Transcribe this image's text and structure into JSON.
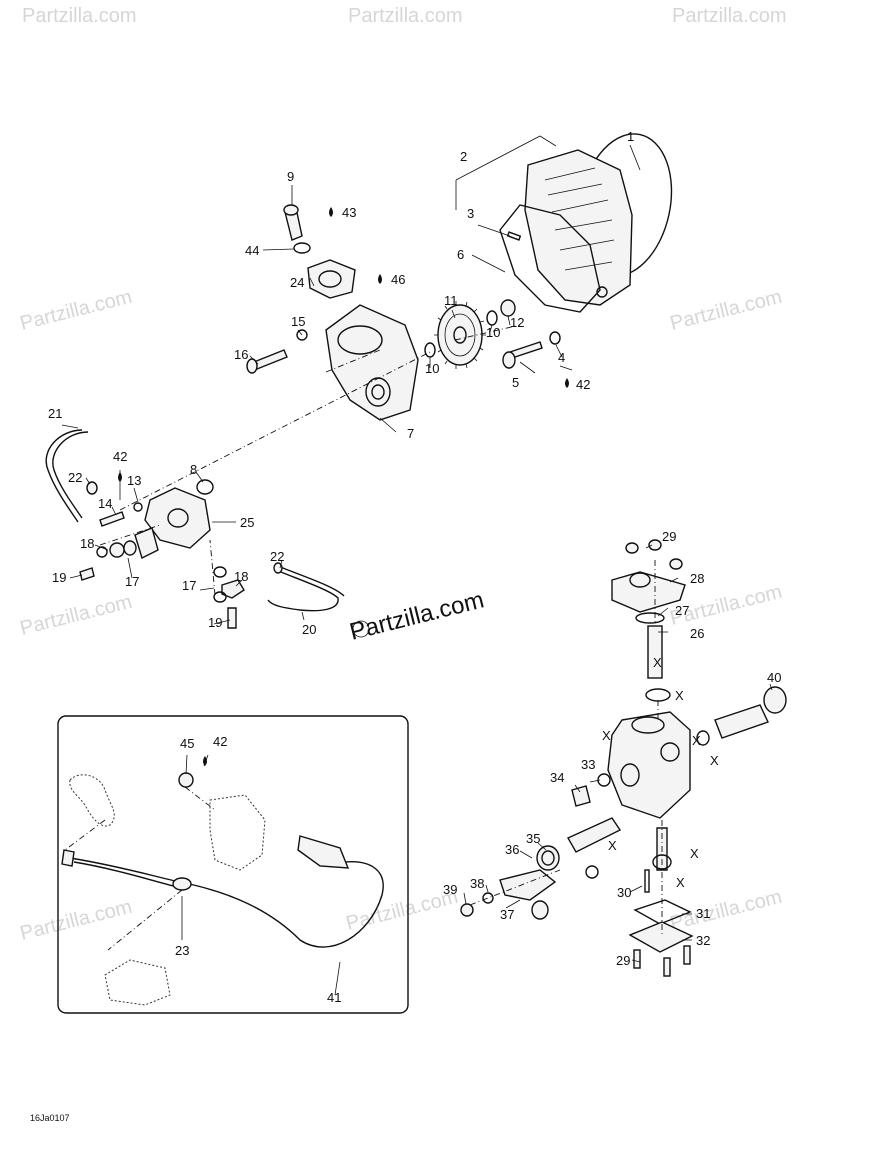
{
  "watermark": "Partzilla.com",
  "center_watermark": "Partzilla.com",
  "figure_code": "16Ja0107",
  "callouts": {
    "c1": "1",
    "c2": "2",
    "c3": "3",
    "c4": "4",
    "c5": "5",
    "c6": "6",
    "c7": "7",
    "c8": "8",
    "c9": "9",
    "c10a": "10",
    "c10b": "10",
    "c11": "11",
    "c12": "12",
    "c13": "13",
    "c14": "14",
    "c15": "15",
    "c16": "16",
    "c17a": "17",
    "c17b": "17",
    "c18a": "18",
    "c18b": "18",
    "c19a": "19",
    "c19b": "19",
    "c20": "20",
    "c21": "21",
    "c22a": "22",
    "c22b": "22",
    "c23": "23",
    "c24": "24",
    "c25": "25",
    "c26": "26",
    "c27": "27",
    "c28": "28",
    "c29a": "29",
    "c29b": "29",
    "c30": "30",
    "c31": "31",
    "c32": "32",
    "c33": "33",
    "c34": "34",
    "c35": "35",
    "c36": "36",
    "c37": "37",
    "c38": "38",
    "c39": "39",
    "c40": "40",
    "c41": "41",
    "c42a": "42",
    "c42b": "42",
    "c42c": "42",
    "c43": "43",
    "c44": "44",
    "c45": "45",
    "c46": "46",
    "x1": "X",
    "x2": "X",
    "x3": "X",
    "x4": "X",
    "x5": "X",
    "x6": "X",
    "x7": "X",
    "x8": "X"
  }
}
